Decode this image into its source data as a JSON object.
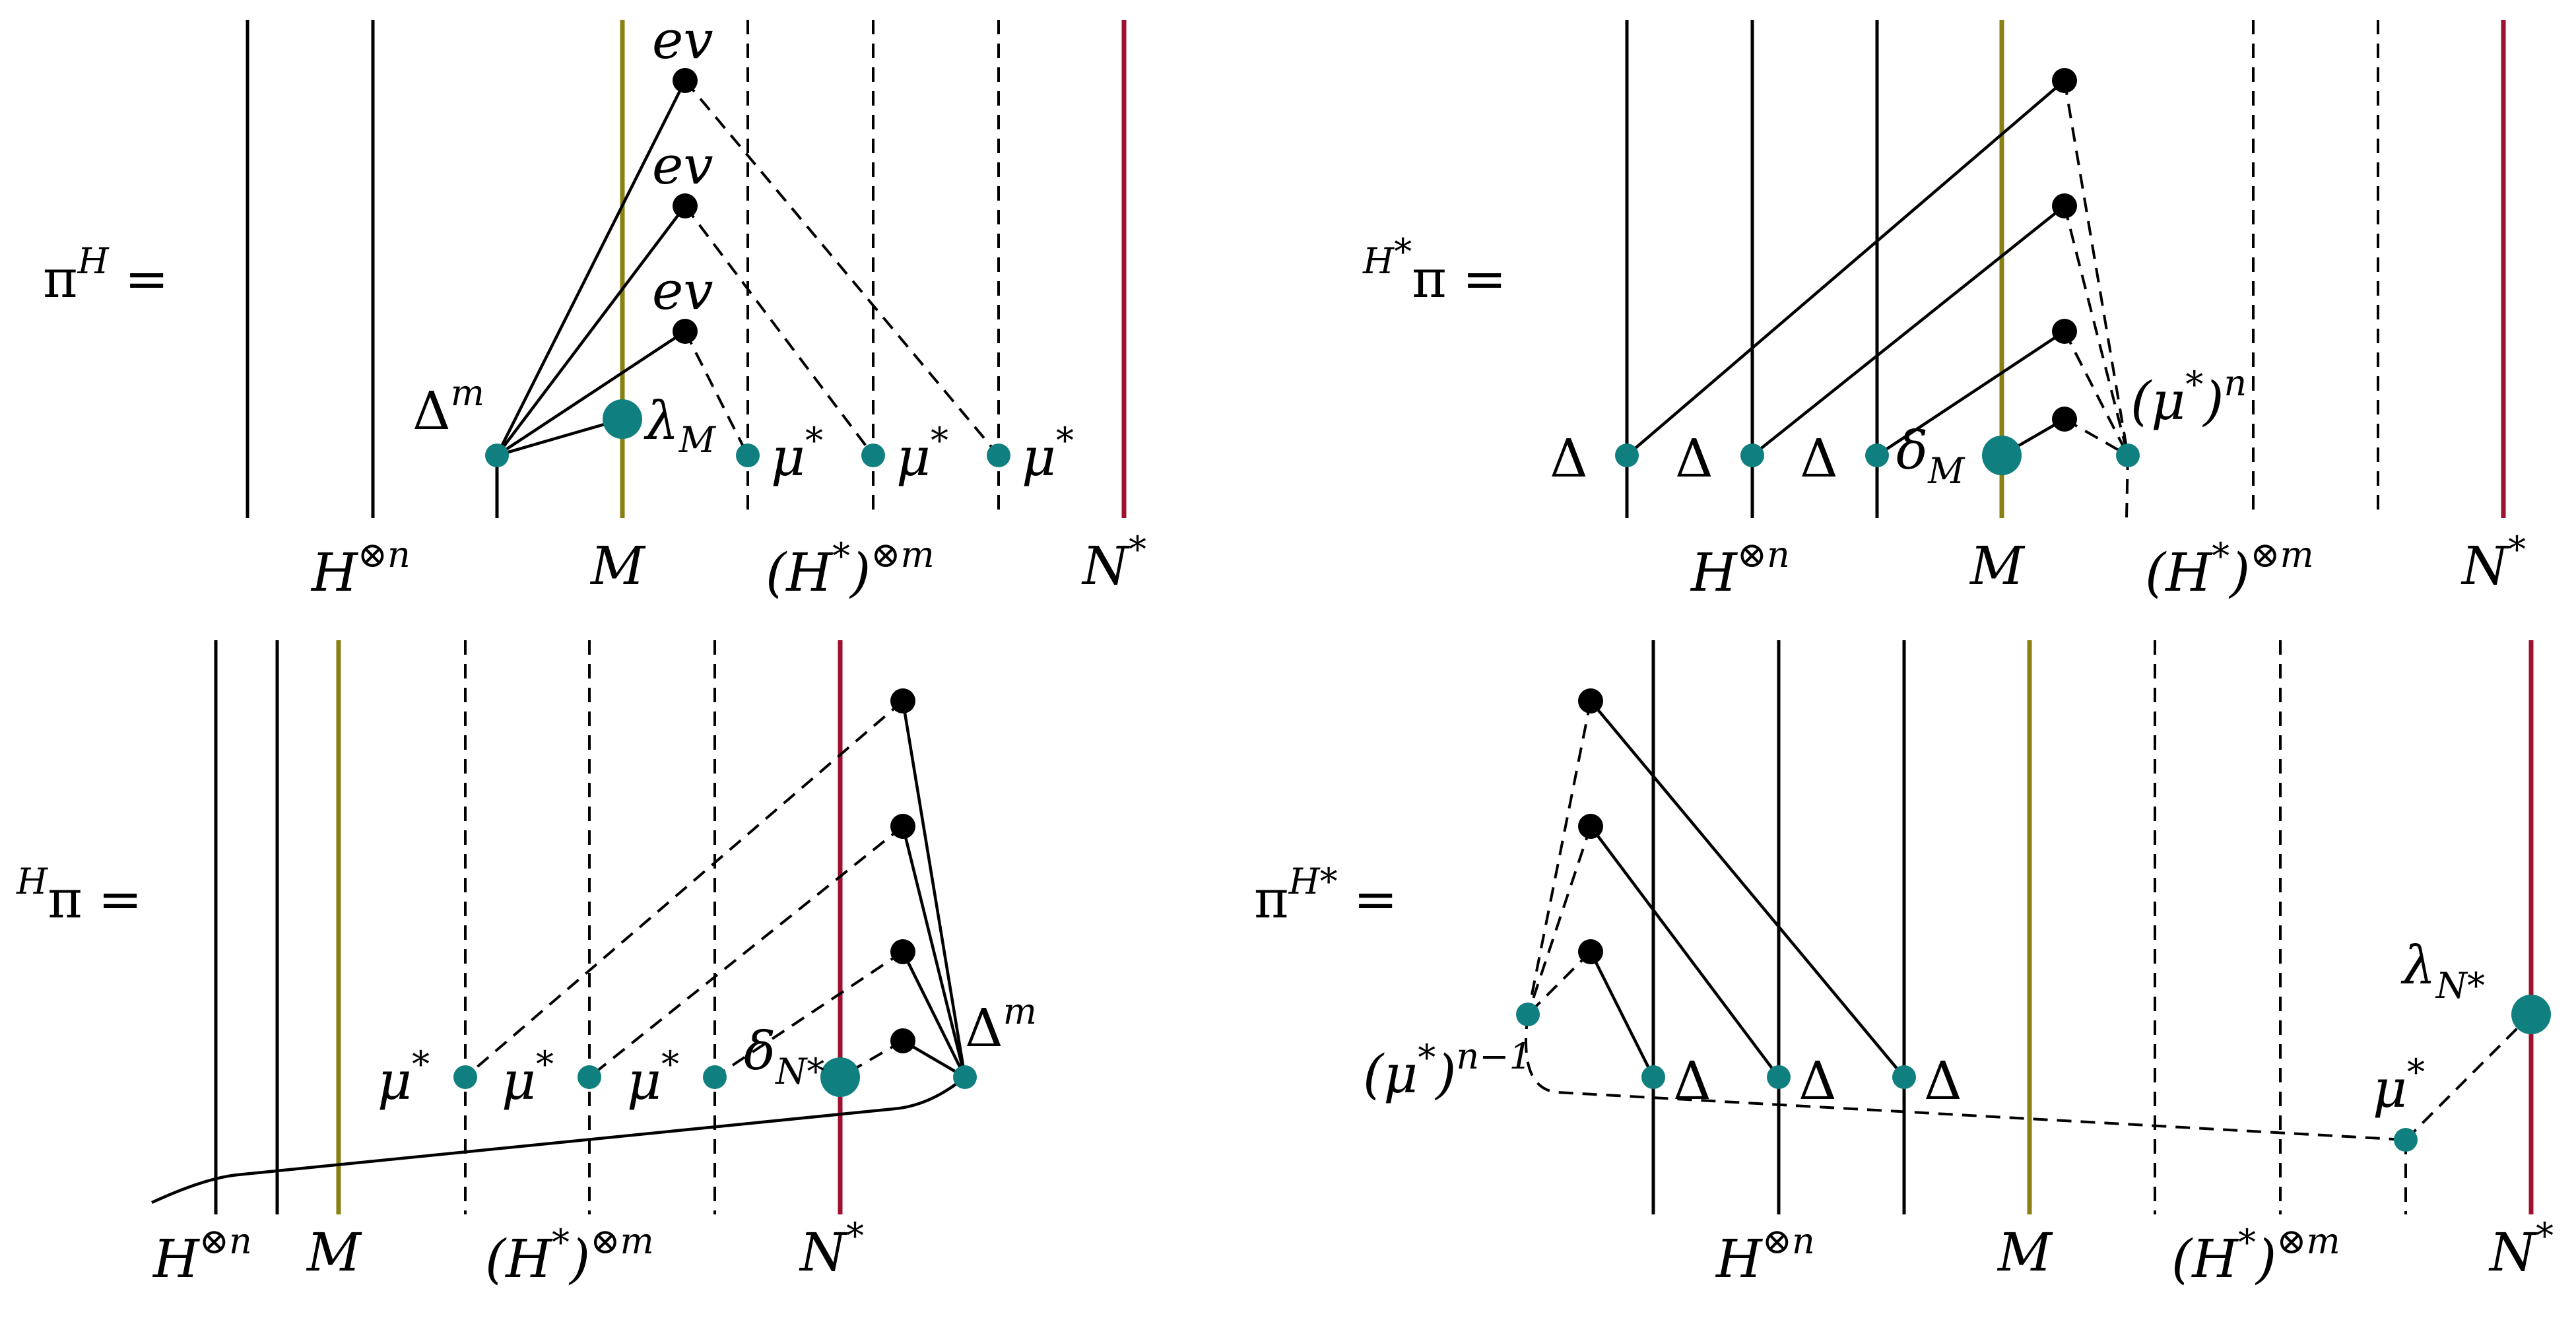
{
  "colors": {
    "strand": "#000000",
    "module_M": "#8a8114",
    "comodule_N": "#a0102f",
    "node_teal": "#0f7f7f",
    "node_black": "#000000"
  },
  "panels": {
    "top_left": {
      "lhs": {
        "main": "π",
        "sup": "H",
        "eq": "="
      },
      "node_labels": {
        "ev": "ev",
        "delta_m": "Δ",
        "delta_m_sup": "m",
        "lambda": "λ",
        "lambda_sub": "M",
        "mu": "μ",
        "mu_sup": "*"
      },
      "bottom": {
        "h_main": "H",
        "h_sup": "⊗n",
        "m": "M",
        "hs_main": "(H",
        "hs_star": "*",
        "hs_close": ")",
        "hs_sup": "⊗m",
        "n_main": "N",
        "n_sup": "*"
      }
    },
    "top_right": {
      "lhs": {
        "pre_sup": "H",
        "pre_sup_star": "*",
        "main": "π",
        "eq": "="
      },
      "node_labels": {
        "delta": "Δ",
        "delta_m_main": "δ",
        "delta_m_sub": "M",
        "mun_main": "(μ",
        "mun_star": "*",
        "mun_close": ")",
        "mun_sup": "n"
      },
      "bottom": {
        "h_main": "H",
        "h_sup": "⊗n",
        "m": "M",
        "hs_main": "(H",
        "hs_star": "*",
        "hs_close": ")",
        "hs_sup": "⊗m",
        "n_main": "N",
        "n_sup": "*"
      }
    },
    "bottom_left": {
      "lhs": {
        "pre_sup": "H",
        "main": "π",
        "eq": "="
      },
      "node_labels": {
        "mu": "μ",
        "mu_sup": "*",
        "delta_n_main": "δ",
        "delta_n_sub": "N*",
        "delta_m": "Δ",
        "delta_m_sup": "m"
      },
      "bottom": {
        "h_main": "H",
        "h_sup": "⊗n",
        "m": "M",
        "hs_main": "(H",
        "hs_star": "*",
        "hs_close": ")",
        "hs_sup": "⊗m",
        "n_main": "N",
        "n_sup": "*"
      }
    },
    "bottom_right": {
      "lhs": {
        "main": "π",
        "sup": "H*",
        "eq": "="
      },
      "node_labels": {
        "mun1_main": "(μ",
        "mun1_star": "*",
        "mun1_close": ")",
        "mun1_sup": "n−1",
        "delta": "Δ",
        "lambda_main": "λ",
        "lambda_sub": "N*",
        "mu": "μ",
        "mu_sup": "*"
      },
      "bottom": {
        "h_main": "H",
        "h_sup": "⊗n",
        "m": "M",
        "hs_main": "(H",
        "hs_star": "*",
        "hs_close": ")",
        "hs_sup": "⊗m",
        "n_main": "N",
        "n_sup": "*"
      }
    }
  }
}
